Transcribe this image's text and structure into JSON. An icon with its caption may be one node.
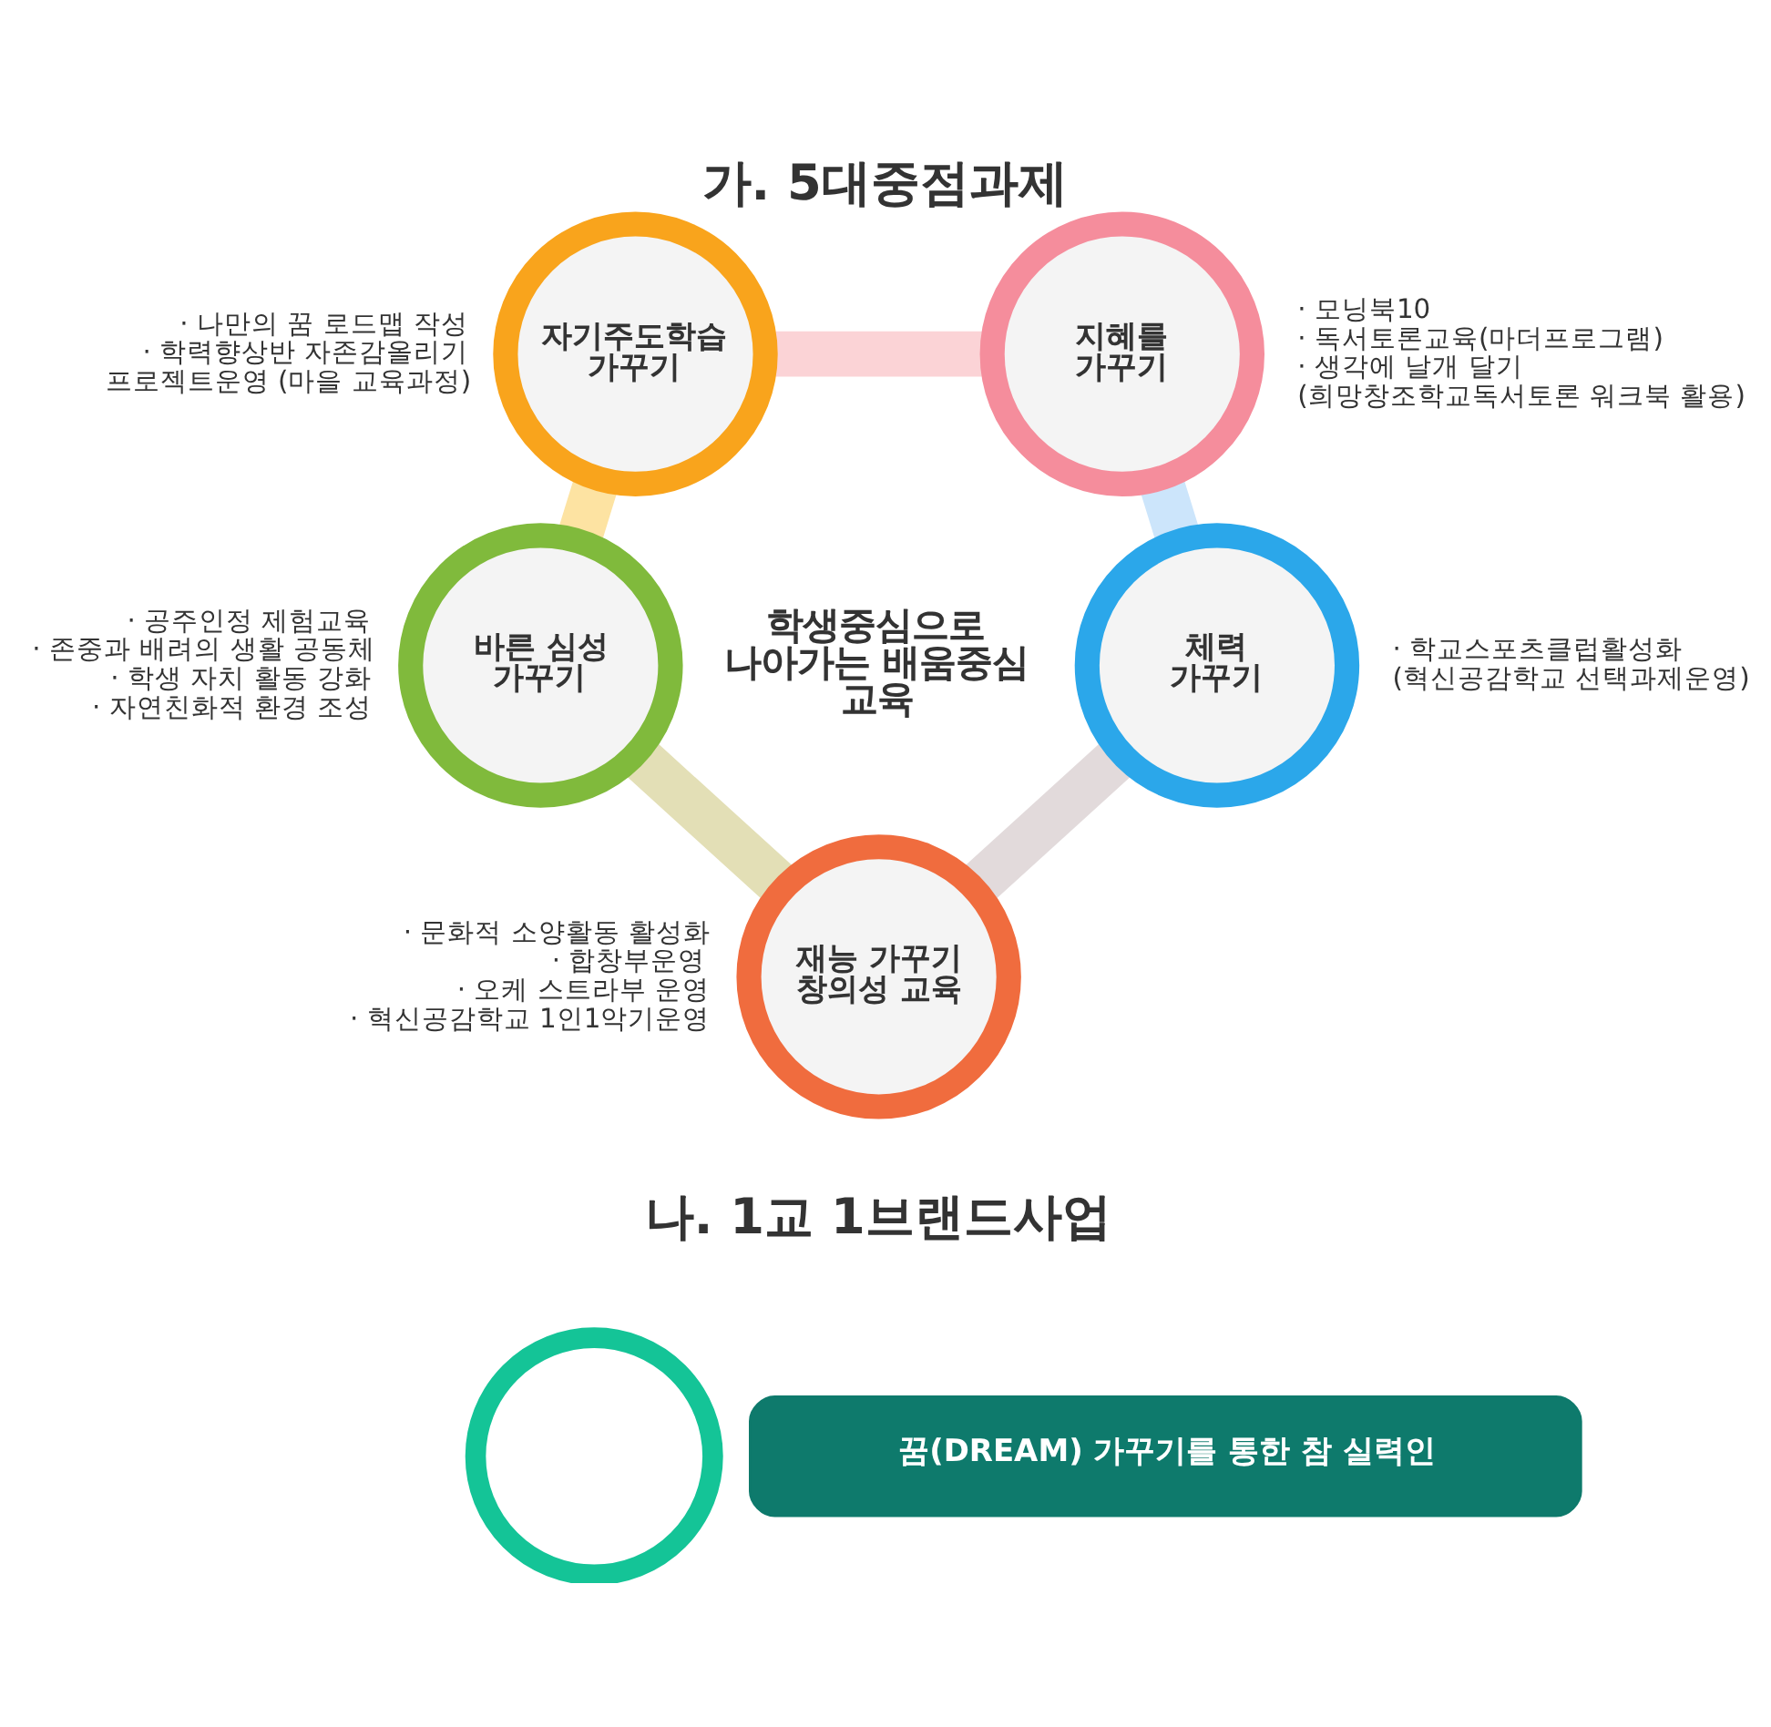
{
  "diagram": {
    "title": "가. 5대중점과제",
    "nodes": [
      {
        "text": [
          "자기주도학습 가꾸기"
        ],
        "beside": [
          "· 나만의 꿈 로드맵 작성",
          "· 학력향상반 자존감올리기 프로젝트운영 (마을 교육과정)"
        ]
      },
      {
        "text": [
          "지혜를 가꾸기"
        ],
        "beside": [
          "· 모닝북10",
          "· 독서토론교육(마더프로그램)",
          "· 생각에 날개 달기 (희망창조학교독서토론 워크북 활용)"
        ]
      },
      {
        "text": [
          "바른 심성 가꾸기"
        ],
        "beside": [
          "· 공주인정 제험교육",
          "· 존중과 배려의 생활 공동체",
          "· 학생 자치 활동 강화",
          "· 자연친화적 환경 조성"
        ]
      },
      {
        "text": [
          "체력 가꾸기"
        ],
        "beside": [
          "· 학교스포츠클럽활성화 (혁신공감학교 선택과제운영)"
        ]
      },
      {
        "text": [
          "재능 가꾸기 창의성 교육"
        ],
        "beside": [
          "· 문화적 소양활동 활성화",
          "· 합창부운영",
          "· 오케 스트라부 운영",
          "· 혁신공감학교 1인1악기운영"
        ]
      },
      {
        "text": [],
        "shape": "circle"
      },
      {
        "text": [
          "꿈(DREAM) 가꾸기를 통한 참 실력인"
        ]
      }
    ],
    "edges": [
      {
        "from": 0,
        "to": 1,
        "arrow": "none",
        "color": "#fbd3d6"
      },
      {
        "from": 1,
        "to": 3,
        "arrow": "none",
        "color": "#cce5fb"
      },
      {
        "from": 3,
        "to": 4,
        "arrow": "none",
        "color": "#e2dadb"
      },
      {
        "from": 2,
        "to": 4,
        "arrow": "none",
        "color": "#e3dfb6"
      },
      {
        "from": 0,
        "to": 2,
        "arrow": "none",
        "color": "#fde3a2"
      }
    ],
    "labels": [
      "학생중심으로 나아가는 배움중심 교육",
      "나. 1교 1브랜드사업"
    ]
  }
}
